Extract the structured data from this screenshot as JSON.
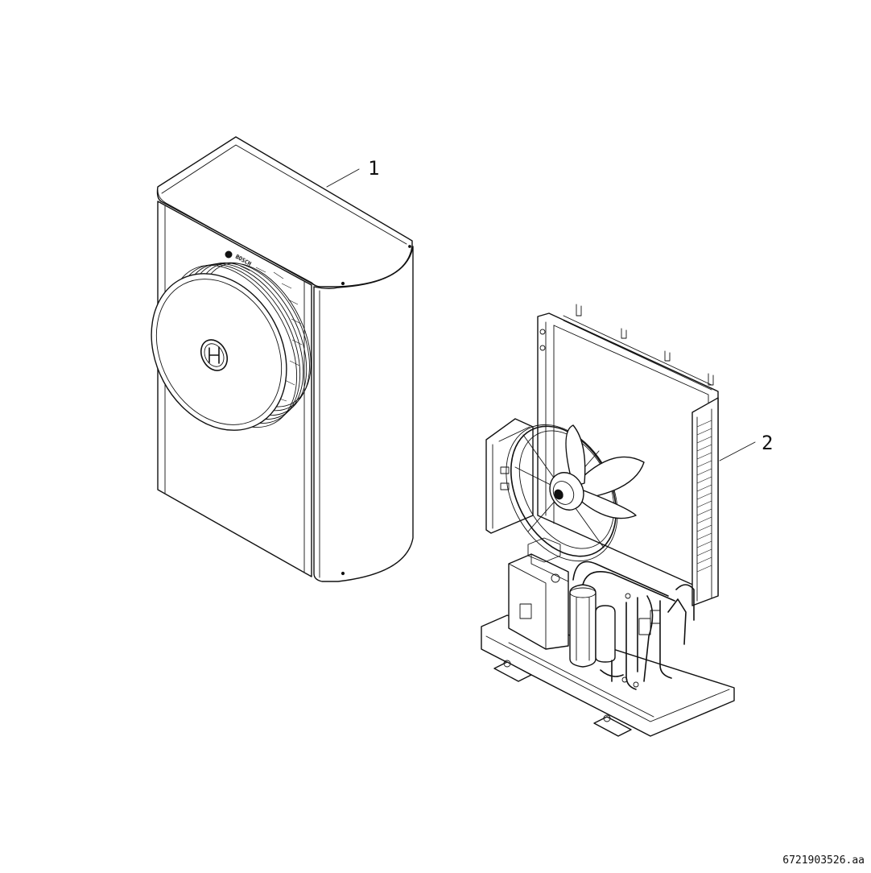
{
  "callouts": {
    "unit_closed": "1",
    "unit_open": "2"
  },
  "logo": {
    "brand": "BOSCH"
  },
  "figure_id": "6721903526.aa"
}
